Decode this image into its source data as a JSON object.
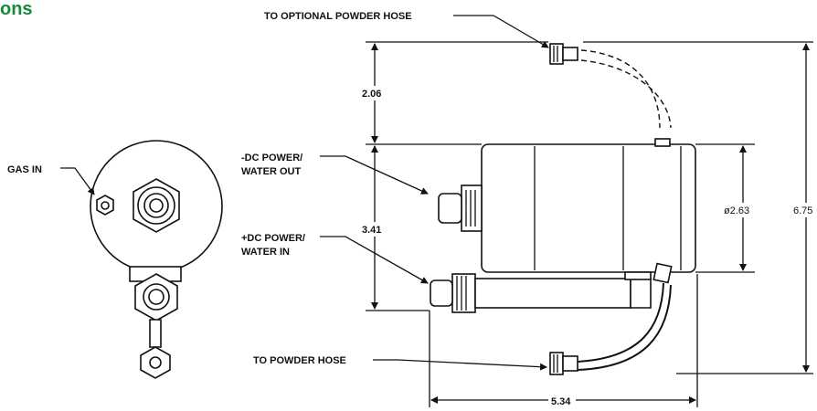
{
  "header": {
    "title": "ons",
    "title_color": "#178a3c"
  },
  "labels": {
    "gas_in": "GAS IN",
    "optional_powder_hose": "TO OPTIONAL POWDER HOSE",
    "dc_neg": [
      "-DC POWER/",
      "WATER OUT"
    ],
    "dc_pos": [
      "+DC POWER/",
      "WATER IN"
    ],
    "powder_hose": "TO POWDER HOSE"
  },
  "dimensions": {
    "top_offset": "2.06",
    "body_height": "3.41",
    "diameter": "ø2.63",
    "overall_height": "6.75",
    "overall_length": "5.34"
  }
}
